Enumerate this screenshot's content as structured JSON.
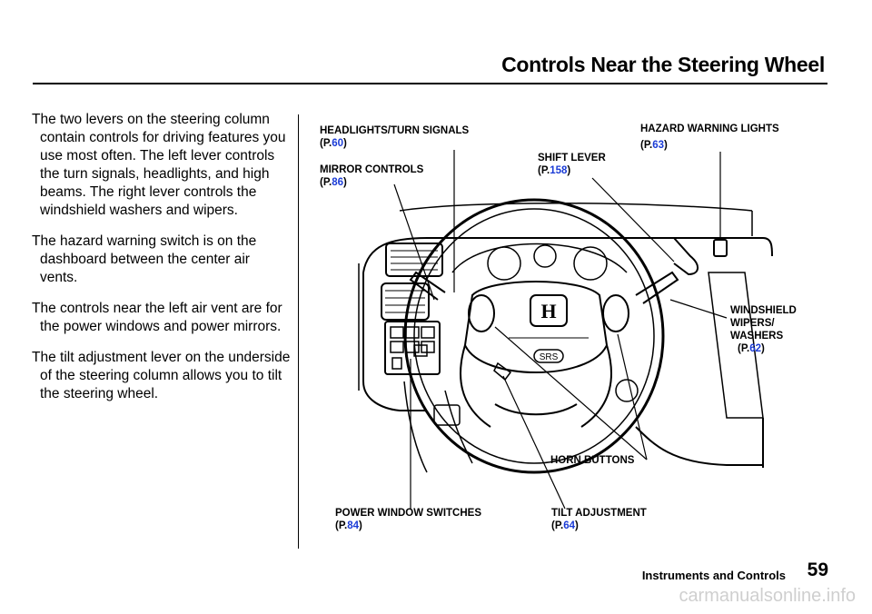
{
  "header": {
    "title": "Controls Near the Steering Wheel"
  },
  "intro_paragraphs": [
    "The two levers on the steering column contain controls for driving features you use most often. The left lever controls the turn signals, headlights, and high beams. The right lever controls the windshield washers and wipers.",
    "The hazard warning switch is on the dashboard between the center air vents.",
    "The controls near the left air vent are for the power windows and power mirrors.",
    "The tilt adjustment lever on the underside of the steering column allows you to tilt the steering wheel."
  ],
  "callouts": {
    "headlights": {
      "label": "HEADLIGHTS/TURN SIGNALS",
      "ref": "60"
    },
    "mirror": {
      "label": "MIRROR CONTROLS",
      "ref": "86"
    },
    "shift": {
      "label": "SHIFT LEVER",
      "ref": "158"
    },
    "hazard": {
      "label": "HAZARD WARNING LIGHTS",
      "ref": "63"
    },
    "wipers": {
      "label_lines": [
        "WINDSHIELD",
        "WIPERS/",
        "WASHERS"
      ],
      "ref": "62"
    },
    "horn": {
      "label": "HORN BUTTONS"
    },
    "power_window": {
      "label": "POWER WINDOW SWITCHES",
      "ref": "84"
    },
    "tilt": {
      "label": "TILT ADJUSTMENT",
      "ref": "64"
    }
  },
  "diagram": {
    "srs_label": "SRS"
  },
  "footer": {
    "section": "Instruments and Controls",
    "page_number": "59",
    "watermark": "carmanualsonline.info"
  },
  "ref_prefix": "P.",
  "colors": {
    "link": "#1a3bd6",
    "text": "#000000",
    "watermark": "#cfcfcf"
  }
}
